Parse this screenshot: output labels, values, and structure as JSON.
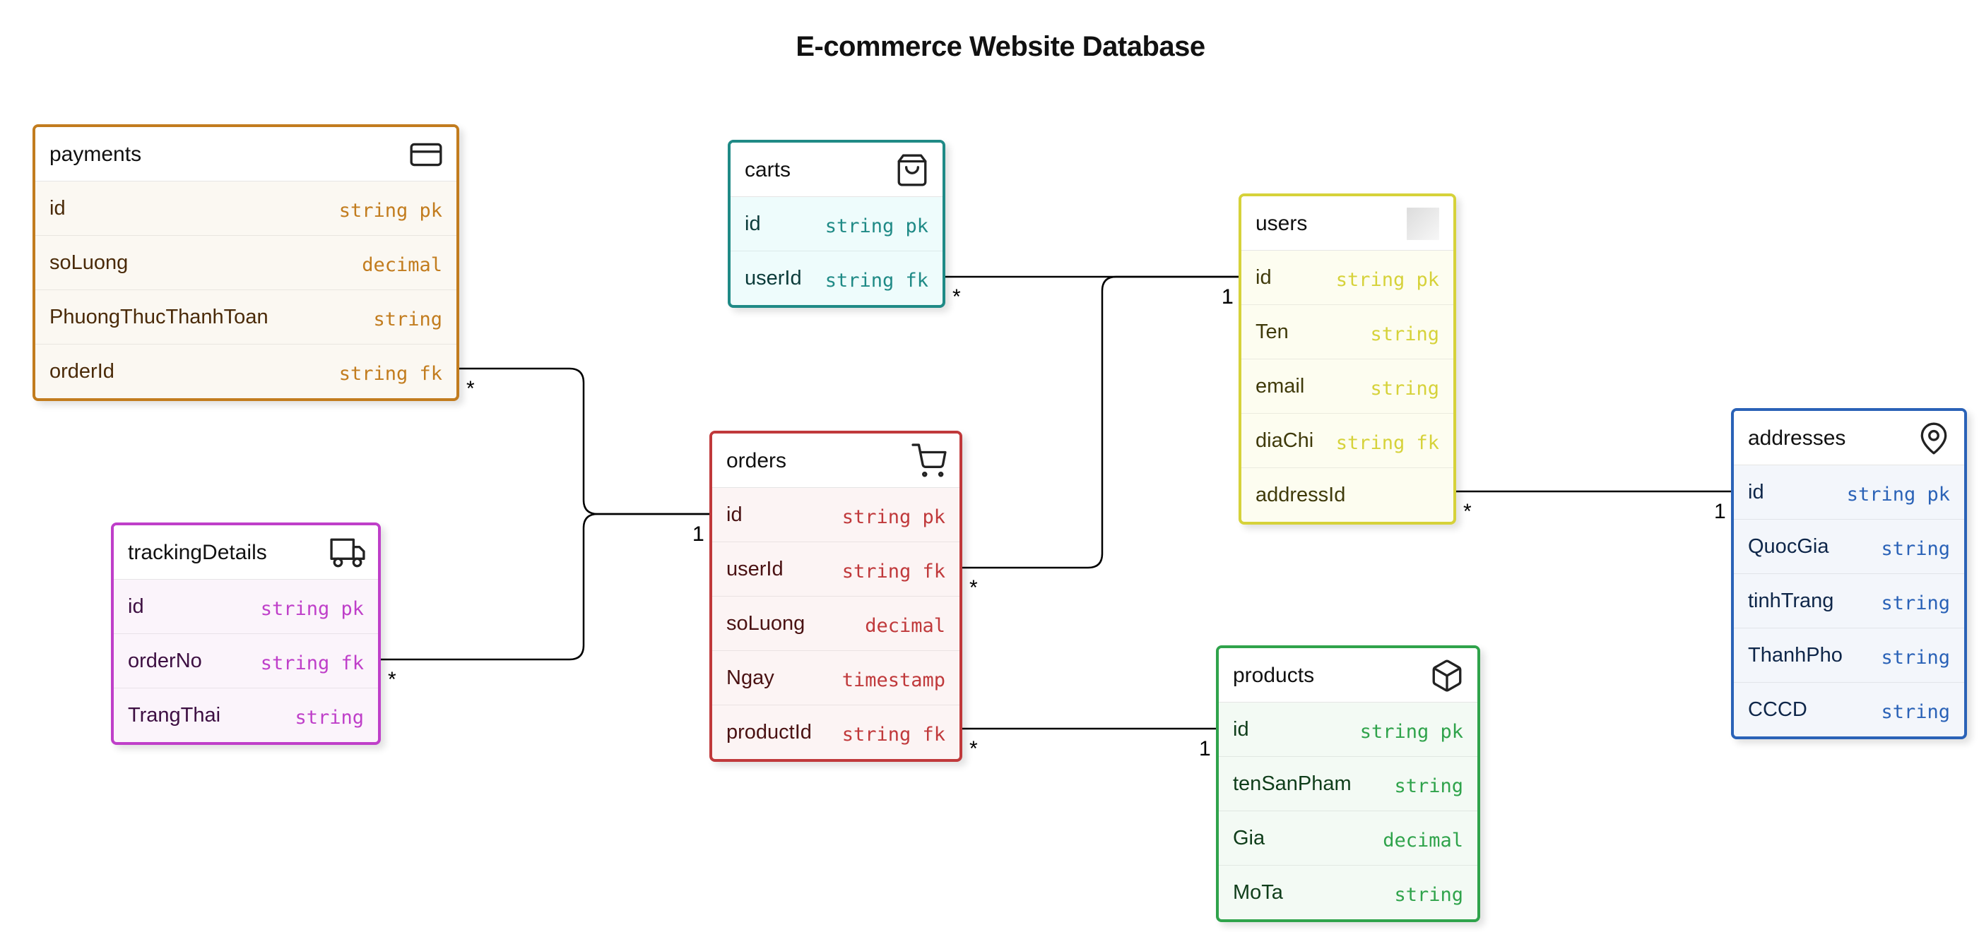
{
  "title": "E-commerce Website Database",
  "entities": [
    {
      "id": "payments",
      "name": "payments",
      "icon": "credit-card-icon",
      "color": "#c27c1e",
      "bg": "#fbf8f2",
      "textColor": "#4a2a08",
      "fields": [
        {
          "name": "id",
          "type": "string pk"
        },
        {
          "name": "soLuong",
          "type": "decimal"
        },
        {
          "name": "PhuongThucThanhToan",
          "type": "string"
        },
        {
          "name": "orderId",
          "type": "string fk"
        }
      ]
    },
    {
      "id": "carts",
      "name": "carts",
      "icon": "shopping-bag-icon",
      "color": "#1f8a86",
      "bg": "#eefcfc",
      "textColor": "#0b3b3a",
      "fields": [
        {
          "name": "id",
          "type": "string pk"
        },
        {
          "name": "userId",
          "type": "string fk"
        }
      ]
    },
    {
      "id": "users",
      "name": "users",
      "icon": "blank-image-icon",
      "color": "#d6d23a",
      "bg": "#fdfdf0",
      "textColor": "#3f3a0a",
      "fields": [
        {
          "name": "id",
          "type": "string pk"
        },
        {
          "name": "Ten",
          "type": "string"
        },
        {
          "name": "email",
          "type": "string"
        },
        {
          "name": "diaChi",
          "type": "string fk"
        },
        {
          "name": "addressId",
          "type": ""
        }
      ]
    },
    {
      "id": "addresses",
      "name": "addresses",
      "icon": "map-pin-icon",
      "color": "#2a62b7",
      "bg": "#f3f6fb",
      "textColor": "#0e2649",
      "fields": [
        {
          "name": "id",
          "type": "string pk"
        },
        {
          "name": "QuocGia",
          "type": "string"
        },
        {
          "name": "tinhTrang",
          "type": "string"
        },
        {
          "name": "ThanhPho",
          "type": "string"
        },
        {
          "name": "CCCD",
          "type": "string"
        }
      ]
    },
    {
      "id": "orders",
      "name": "orders",
      "icon": "shopping-cart-icon",
      "color": "#c0393b",
      "bg": "#fcf4f4",
      "textColor": "#4a1213",
      "fields": [
        {
          "name": "id",
          "type": "string pk"
        },
        {
          "name": "userId",
          "type": "string fk"
        },
        {
          "name": "soLuong",
          "type": "decimal"
        },
        {
          "name": "Ngay",
          "type": "timestamp"
        },
        {
          "name": "productId",
          "type": "string fk"
        }
      ]
    },
    {
      "id": "trackingDetails",
      "name": "trackingDetails",
      "icon": "truck-icon",
      "color": "#bf3fc9",
      "bg": "#fbf4fb",
      "textColor": "#3d0f42",
      "fields": [
        {
          "name": "id",
          "type": "string pk"
        },
        {
          "name": "orderNo",
          "type": "string fk"
        },
        {
          "name": "TrangThai",
          "type": "string"
        }
      ]
    },
    {
      "id": "products",
      "name": "products",
      "icon": "package-box-icon",
      "color": "#2fa34b",
      "bg": "#f3faf4",
      "textColor": "#0f3d1a",
      "fields": [
        {
          "name": "id",
          "type": "string pk"
        },
        {
          "name": "tenSanPham",
          "type": "string"
        },
        {
          "name": "Gia",
          "type": "decimal"
        },
        {
          "name": "MoTa",
          "type": "string"
        }
      ]
    }
  ],
  "relations": [
    {
      "from": "payments.orderId",
      "fromLabel": "*",
      "to": "orders.id",
      "toLabel": "1"
    },
    {
      "from": "trackingDetails.orderNo",
      "fromLabel": "*",
      "to": "orders.id",
      "toLabel": "1"
    },
    {
      "from": "carts.userId",
      "fromLabel": "*",
      "to": "users.id",
      "toLabel": "1"
    },
    {
      "from": "orders.userId",
      "fromLabel": "*",
      "to": "users.id",
      "toLabel": "1"
    },
    {
      "from": "users.addressId",
      "fromLabel": "*",
      "to": "addresses.id",
      "toLabel": "1"
    },
    {
      "from": "orders.productId",
      "fromLabel": "*",
      "to": "products.id",
      "toLabel": "1"
    }
  ]
}
